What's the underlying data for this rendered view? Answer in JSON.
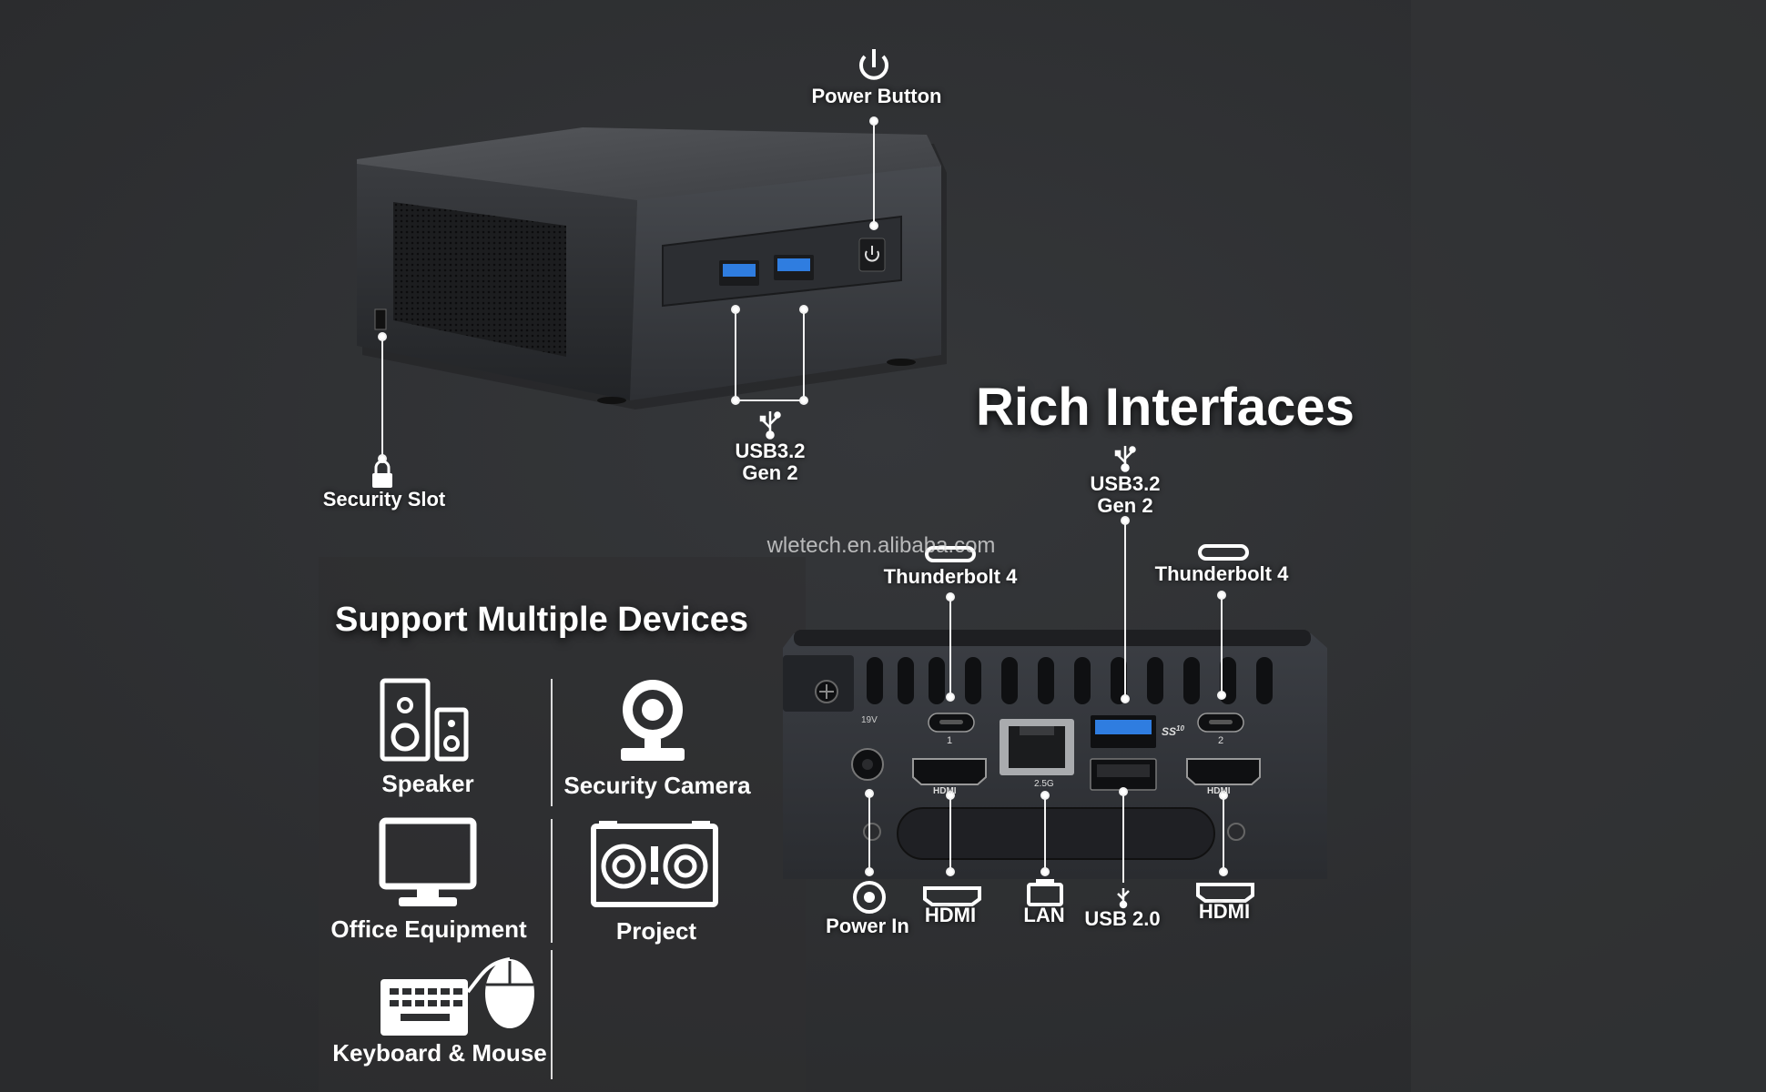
{
  "watermark": "wletech.en.alibaba.com",
  "titles": {
    "rich_interfaces": "Rich Interfaces",
    "support_devices": "Support Multiple Devices"
  },
  "front_labels": {
    "power_button": "Power Button",
    "usb_front_line1": "USB3.2",
    "usb_front_line2": "Gen 2",
    "security_slot": "Security Slot"
  },
  "rear_labels": {
    "usb_rear_line1": "USB3.2",
    "usb_rear_line2": "Gen 2",
    "thunderbolt_left": "Thunderbolt 4",
    "thunderbolt_right": "Thunderbolt 4",
    "power_in": "Power In",
    "hdmi_left": "HDMI",
    "lan": "LAN",
    "usb20": "USB 2.0",
    "hdmi_right": "HDMI"
  },
  "port_markings": {
    "dc_voltage": "19V",
    "tb_port_1": "1",
    "tb_port_2": "2",
    "lan_speed": "2.5G",
    "hdmi_mark": "HDMI",
    "ss_mark": "SS",
    "ss_sub": "10"
  },
  "devices": {
    "speaker": "Speaker",
    "security_camera": "Security Camera",
    "office_equipment": "Office Equipment",
    "project": "Project",
    "keyboard_mouse": "Keyboard & Mouse"
  },
  "colors": {
    "background": "#2f3032",
    "device_body": "#33363b",
    "device_top": "#4a4c50",
    "usb_blue": "#2f7de0",
    "accent_white": "#ffffff"
  }
}
